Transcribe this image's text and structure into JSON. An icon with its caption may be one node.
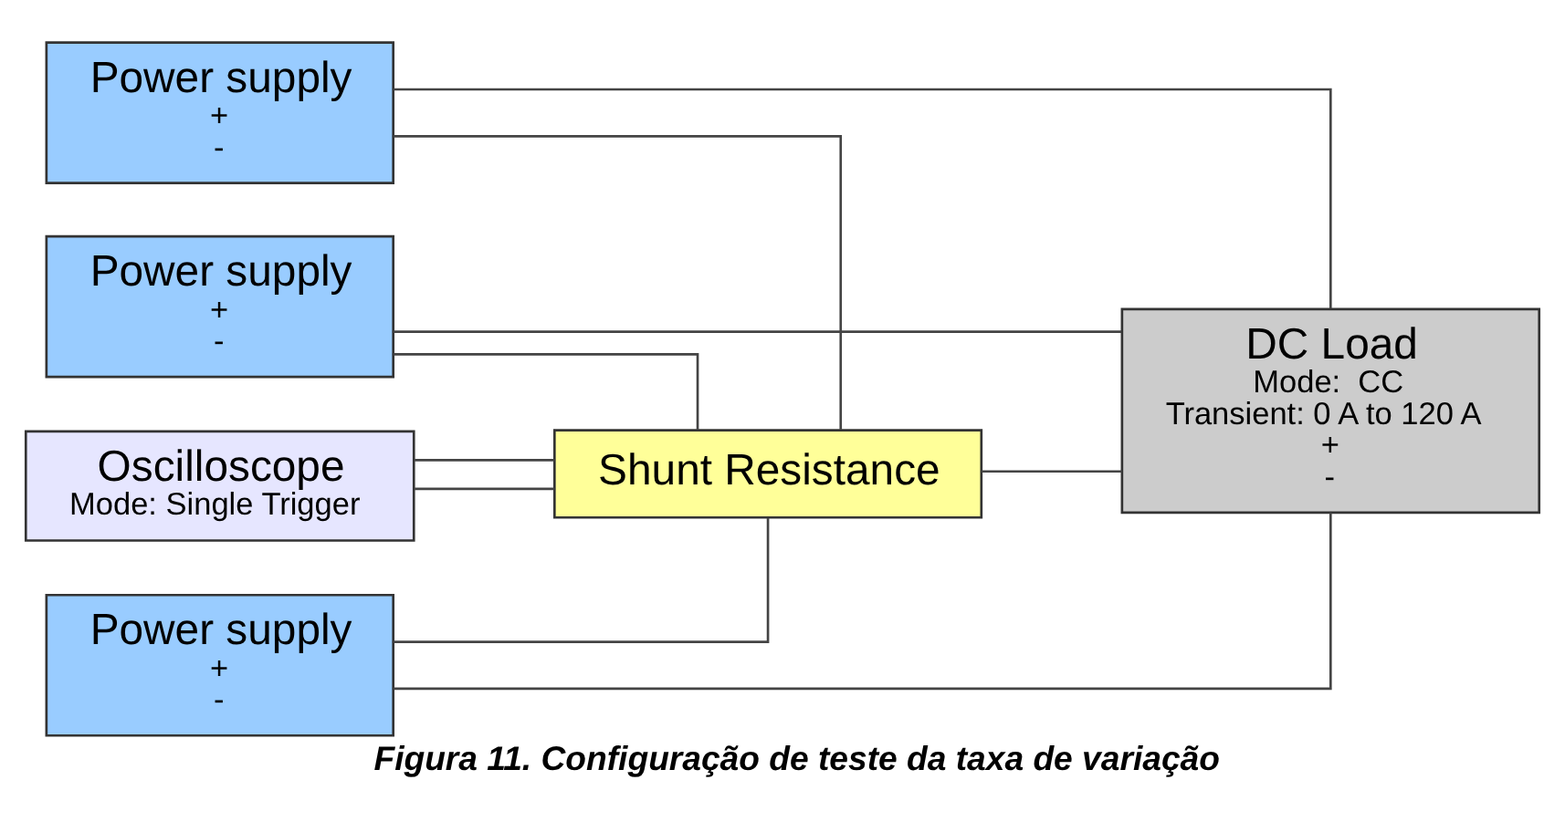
{
  "diagram": {
    "caption": "Figura 11. Configuração de teste da taxa de variação",
    "nodes": [
      {
        "text": [
          "Power supply",
          "+",
          "-"
        ]
      },
      {
        "text": [
          "Power supply",
          "+",
          "-"
        ]
      },
      {
        "text": [
          "Power supply",
          "+",
          "-"
        ]
      },
      {
        "text": [
          "Oscilloscope",
          "Mode: Single Trigger"
        ]
      },
      {
        "text": [
          "Shunt Resistance"
        ]
      },
      {
        "text": [
          "DC Load",
          "Mode:  CC",
          "Transient: 0 A to 120 A",
          "+",
          "-"
        ]
      }
    ],
    "edges": [
      {
        "from": 0,
        "to": 4,
        "arrow": "none"
      },
      {
        "from": 1,
        "to": 4,
        "arrow": "none"
      },
      {
        "from": 2,
        "to": 4,
        "arrow": "none"
      },
      {
        "from": 3,
        "to": 4,
        "arrow": "none"
      },
      {
        "from": 3,
        "to": 4,
        "arrow": "none"
      },
      {
        "from": 4,
        "to": 5,
        "arrow": "none"
      },
      {
        "from": 0,
        "to": 5,
        "arrow": "none"
      },
      {
        "from": 1,
        "to": 5,
        "arrow": "none"
      },
      {
        "from": 2,
        "to": 5,
        "arrow": "none"
      }
    ]
  }
}
